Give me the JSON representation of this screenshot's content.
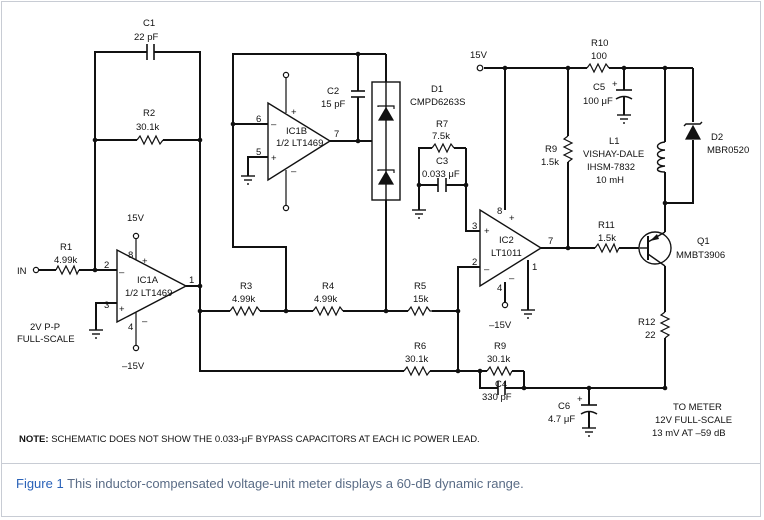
{
  "components": {
    "c1": {
      "ref": "C1",
      "value": "22 pF"
    },
    "r2": {
      "ref": "R2",
      "value": "30.1k"
    },
    "ic1b": {
      "ref": "IC1B",
      "part": "1/2 LT1469"
    },
    "c2": {
      "ref": "C2",
      "value": "15 pF"
    },
    "d1": {
      "ref": "D1",
      "part": "CMPD6263S"
    },
    "r7": {
      "ref": "R7",
      "value": "7.5k"
    },
    "c3": {
      "ref": "C3",
      "value": "0.033 μF"
    },
    "r10": {
      "ref": "R10",
      "value": "100"
    },
    "c5": {
      "ref": "C5",
      "value": "100 μF"
    },
    "r9a": {
      "ref": "R9",
      "value": "1.5k"
    },
    "l1": {
      "ref": "L1",
      "part": "VISHAY-DALE",
      "part2": "IHSM-7832",
      "value": "10 mH"
    },
    "d2": {
      "ref": "D2",
      "part": "MBR0520"
    },
    "r1": {
      "ref": "R1",
      "value": "4.99k"
    },
    "ic1a": {
      "ref": "IC1A",
      "part": "1/2 LT1469"
    },
    "ic2": {
      "ref": "IC2",
      "part": "LT1011"
    },
    "r11": {
      "ref": "R11",
      "value": "1.5k"
    },
    "q1": {
      "ref": "Q1",
      "part": "MMBT3906"
    },
    "r3": {
      "ref": "R3",
      "value": "4.99k"
    },
    "r4": {
      "ref": "R4",
      "value": "4.99k"
    },
    "r5": {
      "ref": "R5",
      "value": "15k"
    },
    "r12": {
      "ref": "R12",
      "value": "22"
    },
    "r6": {
      "ref": "R6",
      "value": "30.1k"
    },
    "r9b": {
      "ref": "R9",
      "value": "30.1k"
    },
    "c4": {
      "ref": "C4",
      "value": "330 pF"
    },
    "c6": {
      "ref": "C6",
      "value": "4.7 μF"
    }
  },
  "labels": {
    "in": "IN",
    "input_scale_1": "2V P-P",
    "input_scale_2": "FULL-SCALE",
    "v15_ic1": "15V",
    "vneg15_ic1": "–15V",
    "v15_top": "15V",
    "vneg15_ic2": "–15V",
    "meter_1": "TO METER",
    "meter_2": "12V FULL-SCALE",
    "meter_3": "13 mV AT –59 dB"
  },
  "pins": {
    "ic1a": {
      "inv": "2",
      "noninv": "3",
      "out": "1",
      "vp": "8",
      "vn": "4"
    },
    "ic1b": {
      "inv": "6",
      "noninv": "5",
      "out": "7"
    },
    "ic2": {
      "inv": "2",
      "noninv": "3",
      "out": "7",
      "vp": "8",
      "vn": "4",
      "aux": "1"
    }
  },
  "note": {
    "bold": "NOTE:",
    "text": " SCHEMATIC DOES NOT SHOW THE 0.033-μF BYPASS CAPACITORS AT EACH IC POWER LEAD."
  },
  "caption": {
    "figure": "Figure 1",
    "text": " This inductor-compensated voltage-unit meter displays a 60-dB dynamic range."
  },
  "colors": {
    "caption_figure": "#2a62b8",
    "caption_text": "#5a6c86",
    "wire": "#111111"
  }
}
